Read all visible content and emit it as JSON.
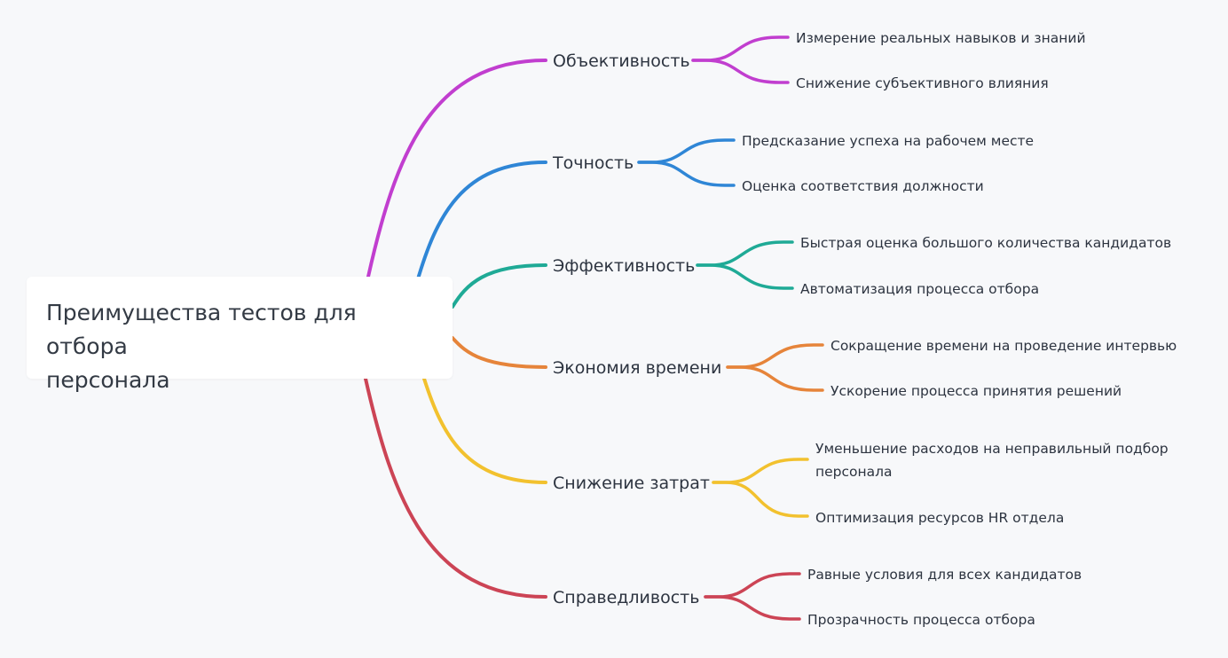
{
  "root": {
    "title_line1": "Преимущества тестов для отбора",
    "title_line2": "персонала"
  },
  "branches": [
    {
      "label": "Объективность",
      "color": "#c13ecf",
      "leaves": [
        "Измерение реальных навыков и знаний",
        "Снижение субъективного влияния"
      ]
    },
    {
      "label": "Точность",
      "color": "#2f86d6",
      "leaves": [
        "Предсказание успеха на рабочем месте",
        "Оценка соответствия должности"
      ]
    },
    {
      "label": "Эффективность",
      "color": "#1faa96",
      "leaves": [
        "Быстрая оценка большого количества кандидатов",
        "Автоматизация процесса отбора"
      ]
    },
    {
      "label": "Экономия времени",
      "color": "#e6843a",
      "leaves": [
        "Сокращение времени на проведение интервью",
        "Ускорение процесса принятия решений"
      ]
    },
    {
      "label": "Снижение затрат",
      "color": "#f2c12e",
      "leaves": [
        "Уменьшение расходов на неправильный подбор персонала",
        "Оптимизация ресурсов HR отдела"
      ]
    },
    {
      "label": "Справедливость",
      "color": "#cc4455",
      "leaves": [
        "Равные условия для всех кандидатов",
        "Прозрачность процесса отбора"
      ]
    }
  ]
}
